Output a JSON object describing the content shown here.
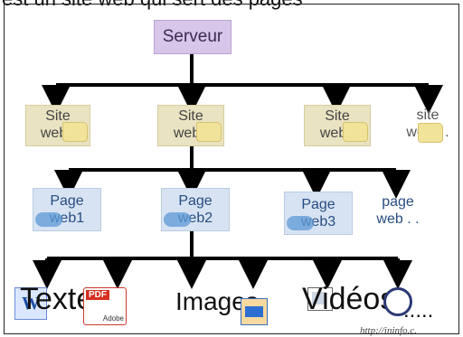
{
  "header_text": "est un site web qui sert des pages",
  "root": "Serveur",
  "sites": [
    {
      "line1": "Site",
      "line2": "web1"
    },
    {
      "line1": "Site",
      "line2": "web2"
    },
    {
      "line1": "Site",
      "line2": "web3"
    },
    {
      "line1": "site",
      "line2": "web . ."
    }
  ],
  "pages": [
    {
      "line1": "Page",
      "line2": "web1"
    },
    {
      "line1": "Page",
      "line2": "web2"
    },
    {
      "line1": "Page",
      "line2": "web3"
    },
    {
      "line1": "page",
      "line2": "web . ."
    }
  ],
  "media": {
    "textes": "Textes",
    "images": "Images",
    "videos": "Vidéos",
    "more": "....."
  },
  "icons": {
    "word": "W",
    "pdf": "PDF",
    "adobe": "Adobe"
  },
  "footer": "http://ininfo.c."
}
